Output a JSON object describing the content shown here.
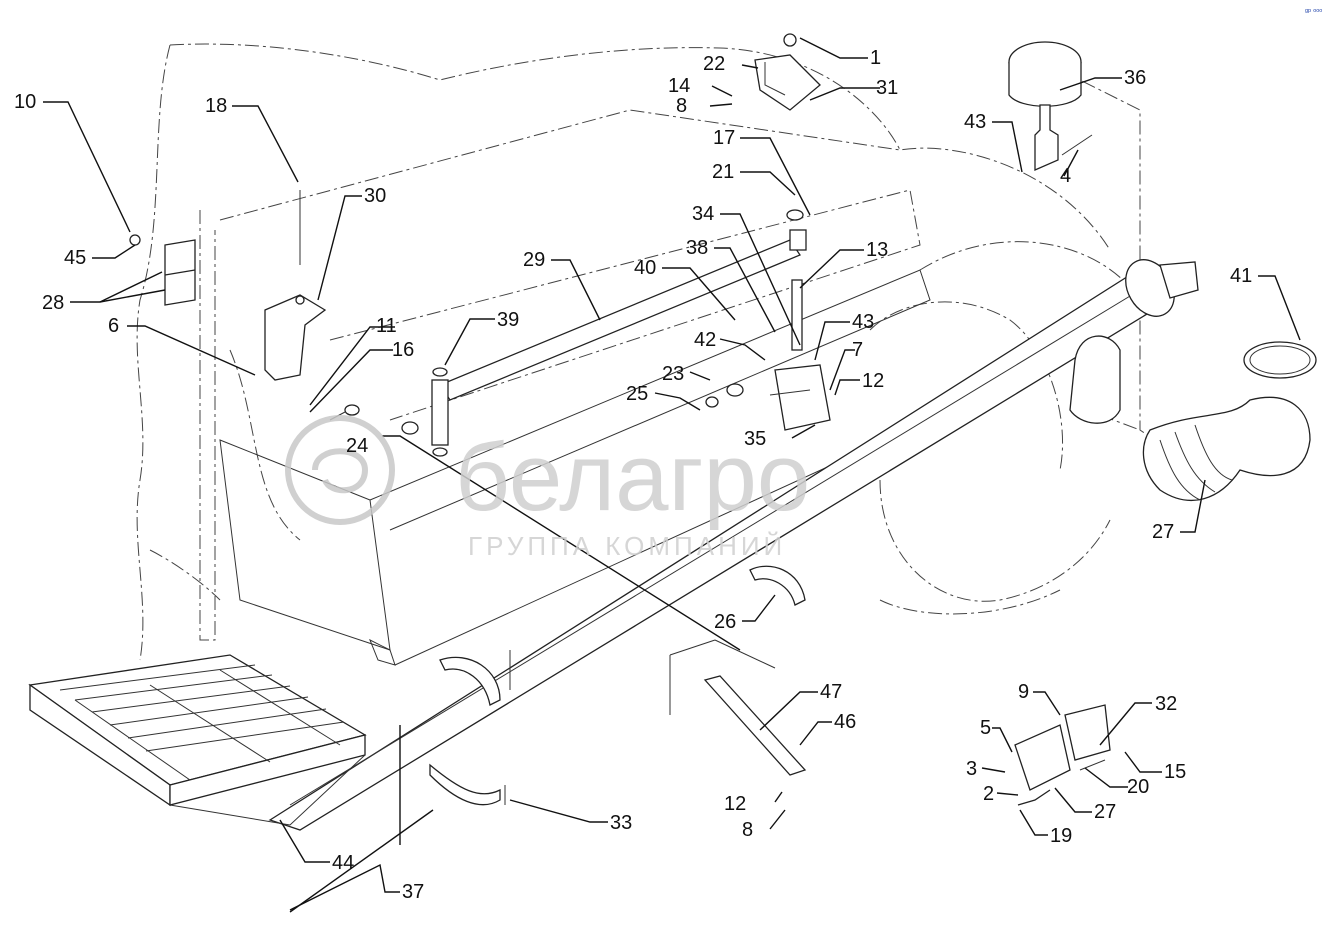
{
  "watermark": {
    "brand": "белагро",
    "tagline": "ГРУППА КОМПАНИЙ"
  },
  "corner_mark": "ᵍᵖ ᵒᵒᵒ",
  "callouts": [
    {
      "id": "c1",
      "text": "1"
    },
    {
      "id": "c22",
      "text": "22"
    },
    {
      "id": "c14",
      "text": "14"
    },
    {
      "id": "c8a",
      "text": "8"
    },
    {
      "id": "c31",
      "text": "31"
    },
    {
      "id": "c36",
      "text": "36"
    },
    {
      "id": "c43a",
      "text": "43"
    },
    {
      "id": "c4",
      "text": "4"
    },
    {
      "id": "c10",
      "text": "10"
    },
    {
      "id": "c18",
      "text": "18"
    },
    {
      "id": "c30",
      "text": "30"
    },
    {
      "id": "c17",
      "text": "17"
    },
    {
      "id": "c21",
      "text": "21"
    },
    {
      "id": "c34",
      "text": "34"
    },
    {
      "id": "c13",
      "text": "13"
    },
    {
      "id": "c45",
      "text": "45"
    },
    {
      "id": "c29",
      "text": "29"
    },
    {
      "id": "c38",
      "text": "38"
    },
    {
      "id": "c40",
      "text": "40"
    },
    {
      "id": "c41",
      "text": "41"
    },
    {
      "id": "c28",
      "text": "28"
    },
    {
      "id": "c6",
      "text": "6"
    },
    {
      "id": "c11",
      "text": "11"
    },
    {
      "id": "c39",
      "text": "39"
    },
    {
      "id": "c42",
      "text": "42"
    },
    {
      "id": "c43b",
      "text": "43"
    },
    {
      "id": "c16",
      "text": "16"
    },
    {
      "id": "c7",
      "text": "7"
    },
    {
      "id": "c23",
      "text": "23"
    },
    {
      "id": "c12a",
      "text": "12"
    },
    {
      "id": "c25",
      "text": "25"
    },
    {
      "id": "c24",
      "text": "24"
    },
    {
      "id": "c35",
      "text": "35"
    },
    {
      "id": "c27a",
      "text": "27"
    },
    {
      "id": "c26",
      "text": "26"
    },
    {
      "id": "c47",
      "text": "47"
    },
    {
      "id": "c9",
      "text": "9"
    },
    {
      "id": "c32",
      "text": "32"
    },
    {
      "id": "c46",
      "text": "46"
    },
    {
      "id": "c5",
      "text": "5"
    },
    {
      "id": "c3",
      "text": "3"
    },
    {
      "id": "c15",
      "text": "15"
    },
    {
      "id": "c20",
      "text": "20"
    },
    {
      "id": "c2",
      "text": "2"
    },
    {
      "id": "c27b",
      "text": "27"
    },
    {
      "id": "c12b",
      "text": "12"
    },
    {
      "id": "c33",
      "text": "33"
    },
    {
      "id": "c8b",
      "text": "8"
    },
    {
      "id": "c19",
      "text": "19"
    },
    {
      "id": "c44",
      "text": "44"
    },
    {
      "id": "c37",
      "text": "37"
    }
  ]
}
